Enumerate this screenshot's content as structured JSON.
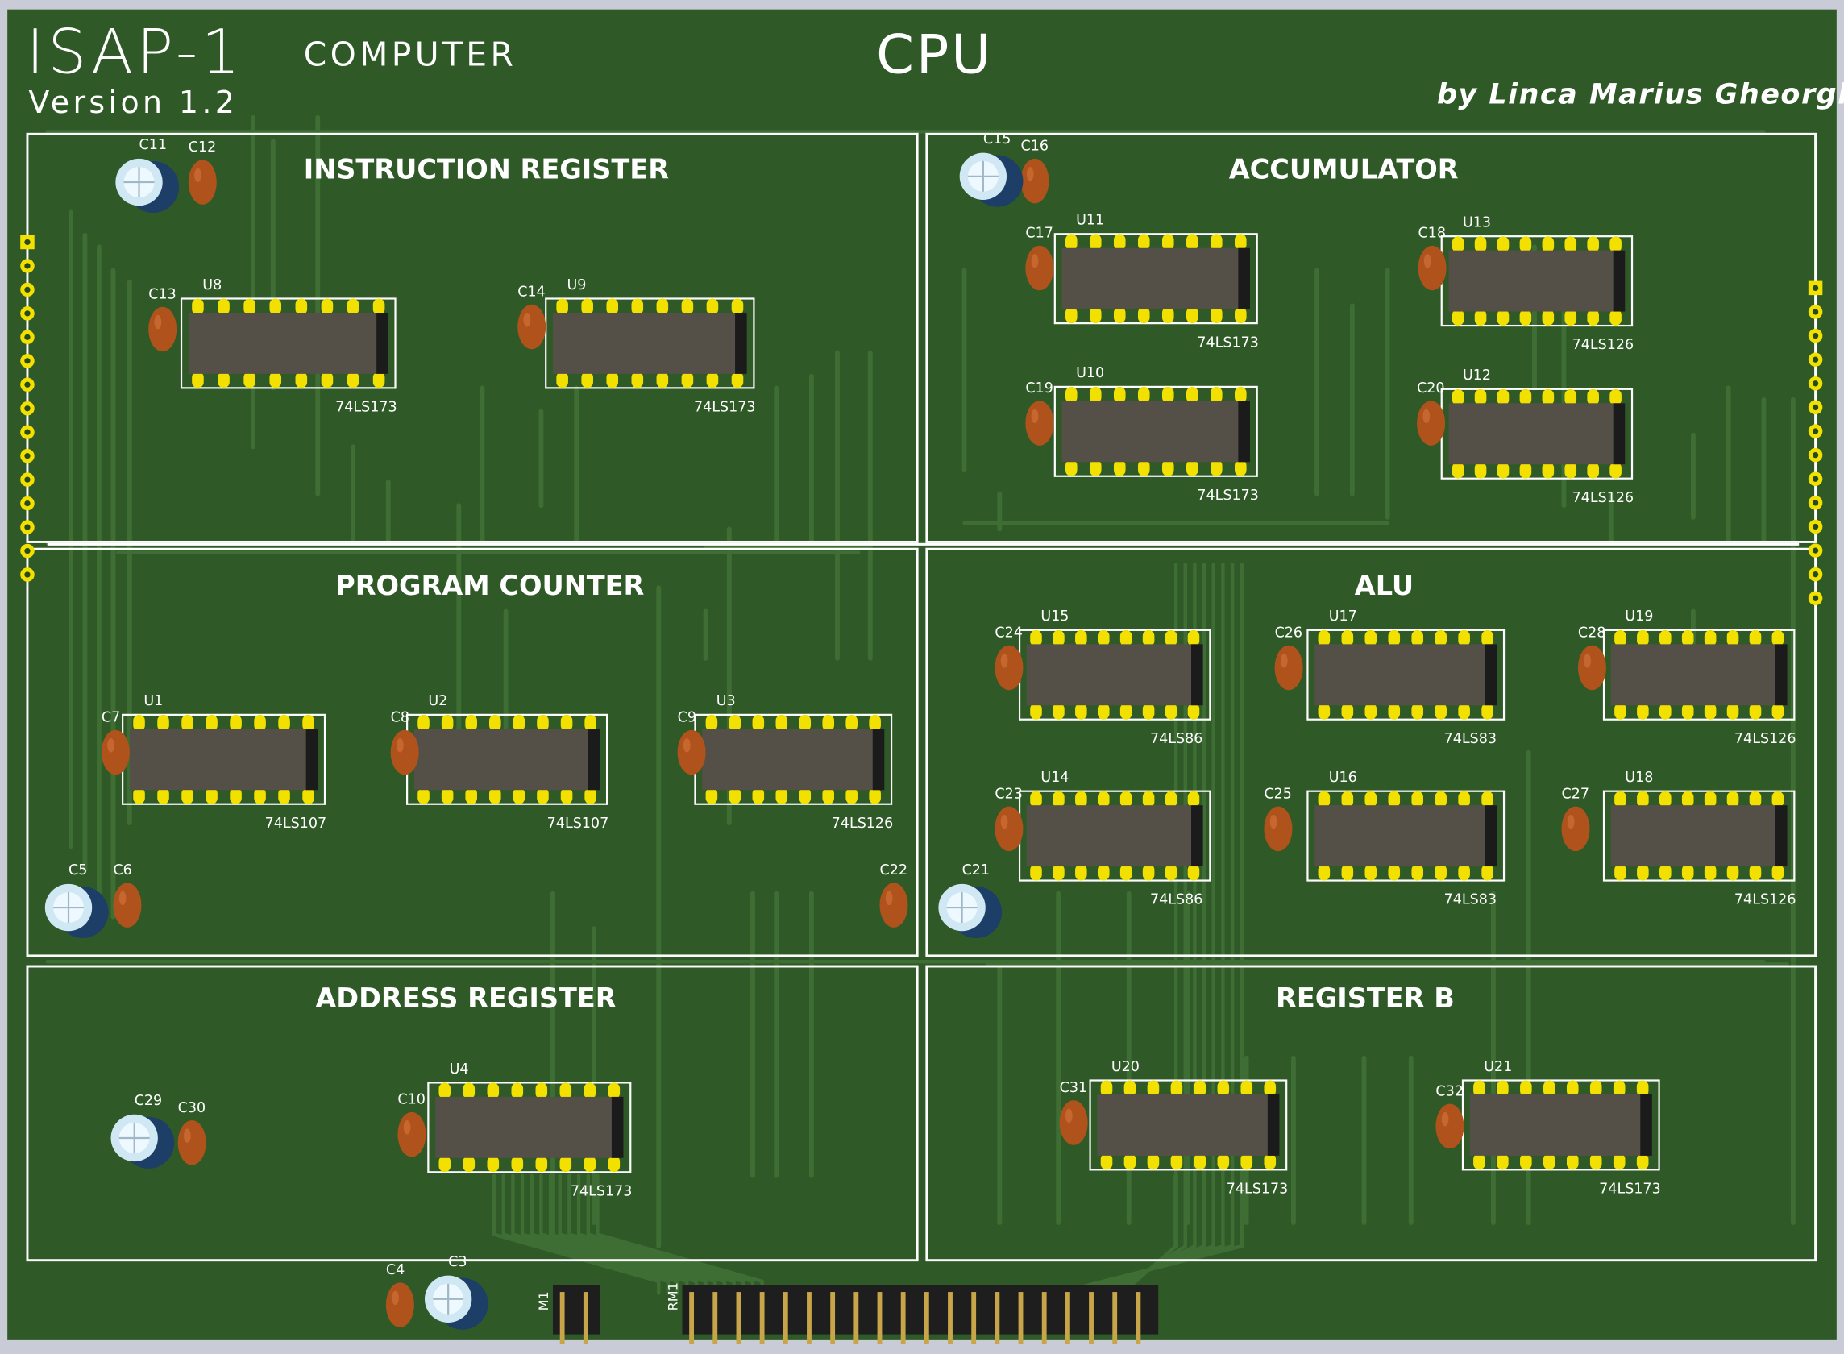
{
  "board": {
    "title": "ISAP-1",
    "subtitle_word": "COMPUTER",
    "version": "Version 1.2",
    "section_title": "CPU",
    "author": "by Linca Marius Gheorghe",
    "colors": {
      "pcb": "#2f5a27",
      "pcb_dark": "#27491f",
      "trace": "#3f6e34",
      "silk": "#ffffff",
      "chip_body": "#545048",
      "pad": "#f2e000",
      "cap_orange": "#b0521b",
      "elcap_blue": "#1d3e66",
      "frame": "#c9ccd6"
    }
  },
  "panels": [
    {
      "id": "instruction-register",
      "title": "INSTRUCTION   REGISTER"
    },
    {
      "id": "accumulator",
      "title": "ACCUMULATOR"
    },
    {
      "id": "program-counter",
      "title": "PROGRAM  COUNTER"
    },
    {
      "id": "alu",
      "title": "ALU"
    },
    {
      "id": "address-register",
      "title": "ADDRESS   REGISTER"
    },
    {
      "id": "register-b",
      "title": "REGISTER    B"
    }
  ],
  "chips": [
    {
      "ref": "U8",
      "part": "74LS173"
    },
    {
      "ref": "U9",
      "part": "74LS173"
    },
    {
      "ref": "U11",
      "part": "74LS173"
    },
    {
      "ref": "U13",
      "part": "74LS126"
    },
    {
      "ref": "U10",
      "part": "74LS173"
    },
    {
      "ref": "U12",
      "part": "74LS126"
    },
    {
      "ref": "U1",
      "part": "74LS107"
    },
    {
      "ref": "U2",
      "part": "74LS107"
    },
    {
      "ref": "U3",
      "part": "74LS126"
    },
    {
      "ref": "U15",
      "part": "74LS86"
    },
    {
      "ref": "U17",
      "part": "74LS83"
    },
    {
      "ref": "U19",
      "part": "74LS126"
    },
    {
      "ref": "U14",
      "part": "74LS86"
    },
    {
      "ref": "U16",
      "part": "74LS83"
    },
    {
      "ref": "U18",
      "part": "74LS126"
    },
    {
      "ref": "U4",
      "part": "74LS173"
    },
    {
      "ref": "U20",
      "part": "74LS173"
    },
    {
      "ref": "U21",
      "part": "74LS173"
    }
  ],
  "capacitors": {
    "ceramic": [
      "C12",
      "C13",
      "C14",
      "C16",
      "C17",
      "C18",
      "C19",
      "C20",
      "C6",
      "C7",
      "C8",
      "C9",
      "C22",
      "C24",
      "C26",
      "C28",
      "C23",
      "C25",
      "C27",
      "C30",
      "C10",
      "C31",
      "C32",
      "C4"
    ],
    "electrolytic": [
      "C11",
      "C15",
      "C5",
      "C21",
      "C29",
      "C3"
    ]
  },
  "connectors": [
    "M1",
    "RM1"
  ]
}
